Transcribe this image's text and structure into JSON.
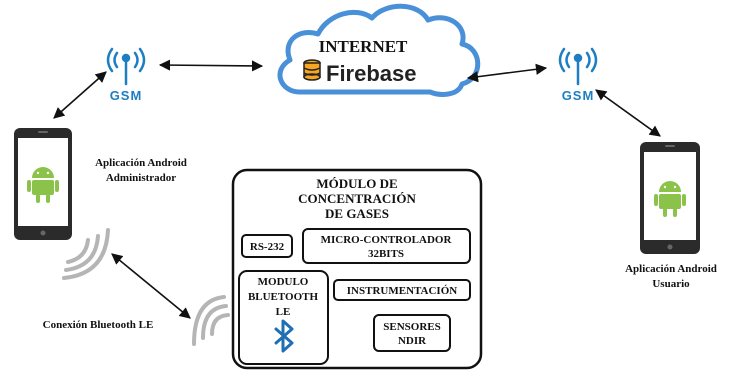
{
  "cloud": {
    "title": "INTERNET",
    "service": "Firebase",
    "icon": "firebase-database-icon"
  },
  "gsm_left": {
    "label": "GSM",
    "icon": "antenna-icon"
  },
  "gsm_right": {
    "label": "GSM",
    "icon": "antenna-icon"
  },
  "phone_admin": {
    "label_line1": "Aplicación Android",
    "label_line2": "Administrador",
    "icon": "android-icon"
  },
  "phone_user": {
    "label_line1": "Aplicación Android",
    "label_line2": "Usuario",
    "icon": "android-icon"
  },
  "bluetooth_link": {
    "label": "Conexión Bluetooth LE",
    "icon": "wireless-signal-icon"
  },
  "module": {
    "title_line1": "MÓDULO DE",
    "title_line2": "CONCENTRACIÓN",
    "title_line3": "DE GASES",
    "rs232": "RS-232",
    "mcu_line1": "MICRO-CONTROLADOR",
    "mcu_line2": "32BITS",
    "ble_line1": "MODULO",
    "ble_line2": "BLUETOOTH",
    "ble_line3": "LE",
    "ble_icon": "bluetooth-icon",
    "instrumentation": "INSTRUMENTACIÓN",
    "sensors_line1": "SENSORES",
    "sensors_line2": "NDIR"
  },
  "colors": {
    "cloud_stroke": "#4a90d9",
    "gsm_blue": "#1d7fc1",
    "android_green": "#8bc34a",
    "firebase_orange": "#f5a623",
    "bluetooth_blue": "#1f6fb5"
  }
}
